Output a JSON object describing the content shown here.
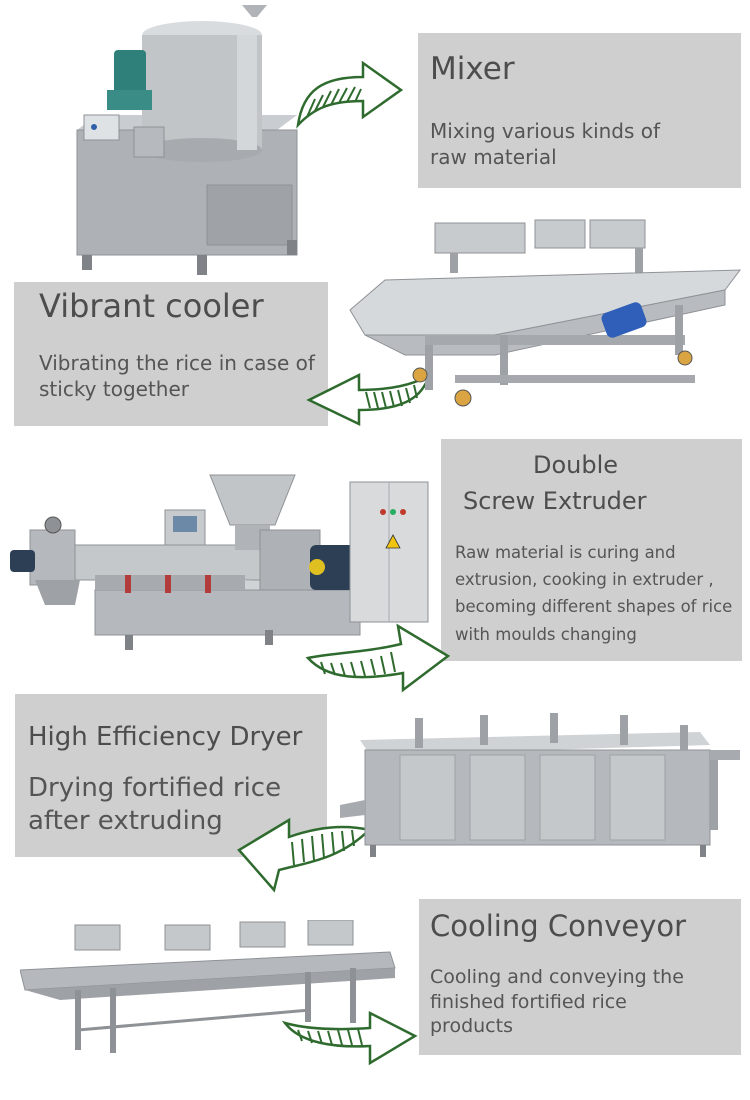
{
  "theme": {
    "panel_bg": "#cfcfcf",
    "arrow_color": "#2f6b2f",
    "metal": "#b8bcc0"
  },
  "steps": [
    {
      "title": "Mixer",
      "desc": "Mixing various kinds of raw material",
      "arrow": "curved-arrow-right-icon"
    },
    {
      "title": "Vibrant cooler",
      "desc": "Vibrating the rice in case of sticky together",
      "arrow": "curved-arrow-left-icon"
    },
    {
      "title_line1": "Double",
      "title_line2": "Screw Extruder",
      "desc": "Raw material is curing and extrusion, cooking in extruder , becoming different shapes of rice with moulds changing",
      "arrow": "curved-arrow-right-icon"
    },
    {
      "title": "High Efficiency Dryer",
      "desc": "Drying fortified rice after extruding",
      "arrow": "curved-arrow-left-icon"
    },
    {
      "title": "Cooling Conveyor",
      "desc": "Cooling and conveying the finished fortified rice products",
      "arrow": "curved-arrow-right-icon"
    }
  ]
}
